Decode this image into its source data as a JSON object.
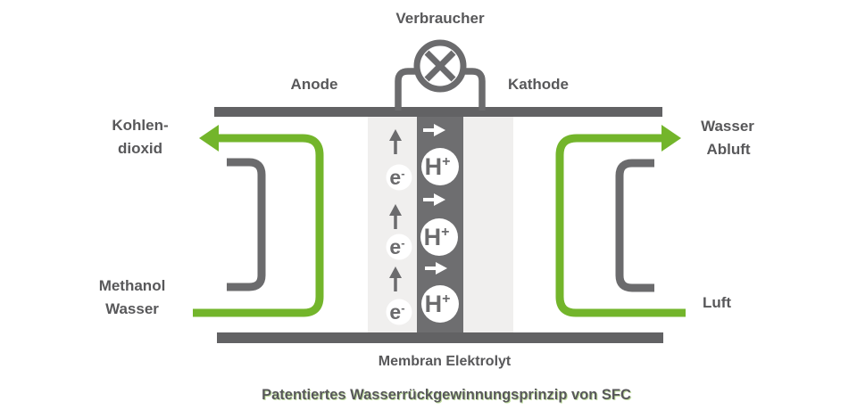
{
  "colors": {
    "green": "#73b52b",
    "bar_gray": "#626264",
    "line_gray": "#6b6b6d",
    "membrane_gray": "#6e6e70",
    "text_gray": "#58585a",
    "panel": "#f0efee"
  },
  "labels": {
    "consumer": "Verbraucher",
    "anode": "Anode",
    "cathode": "Kathode",
    "left_out_line1": "Kohlen-",
    "left_out_line2": "dioxid",
    "left_in_line1": "Methanol",
    "left_in_line2": "Wasser",
    "right_out_line1": "Wasser",
    "right_out_line2": "Abluft",
    "right_in": "Luft",
    "membrane": "Membran Elektrolyt",
    "caption": "Patentiertes Wasserrückgewinnungsprinzip von SFC"
  },
  "symbols": {
    "electron_base": "e",
    "electron_sup": "-",
    "proton_base": "H",
    "proton_sup": "+"
  }
}
